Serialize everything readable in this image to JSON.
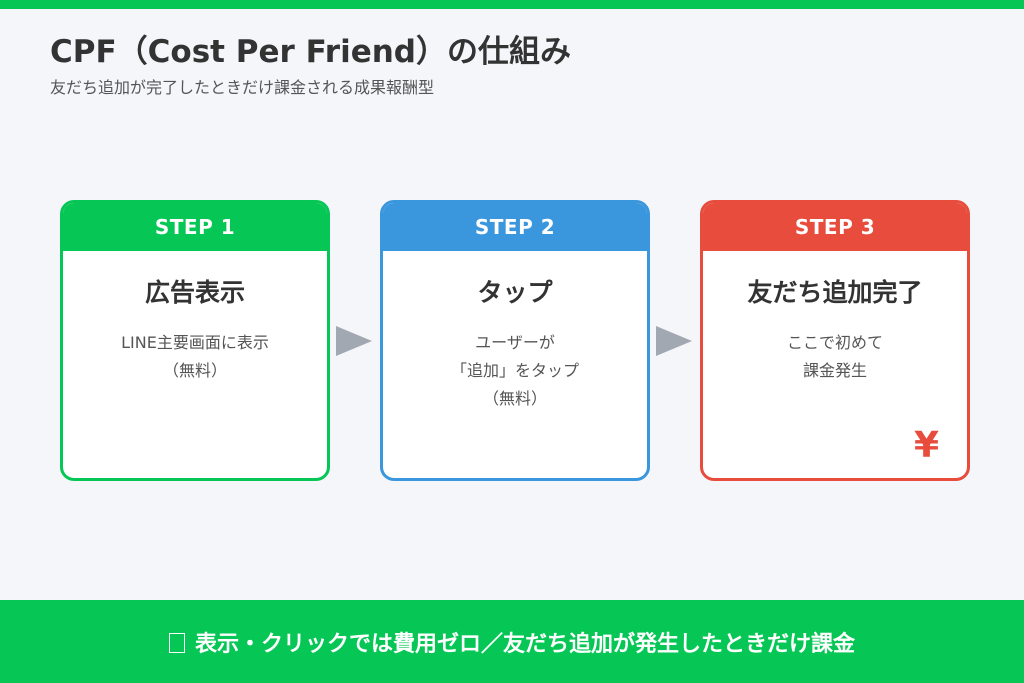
{
  "colors": {
    "line_green": "#06c755",
    "step2_blue": "#3a96dd",
    "step3_red": "#e74c3c",
    "arrow_gray": "#a2a8b1"
  },
  "header": {
    "title": "CPF（Cost Per Friend）の仕組み",
    "subtitle": "友だち追加が完了したときだけ課金される成果報酬型"
  },
  "steps": [
    {
      "label": "STEP 1",
      "title": "広告表示",
      "lines": [
        "LINE主要画面に表示",
        "（無料）"
      ]
    },
    {
      "label": "STEP 2",
      "title": "タップ",
      "lines": [
        "ユーザーが",
        "「追加」をタップ",
        "（無料）"
      ]
    },
    {
      "label": "STEP 3",
      "title": "友だち追加完了",
      "lines": [
        "ここで初めて",
        "課金発生"
      ],
      "badge": "¥"
    }
  ],
  "footer": {
    "icon": "placeholder-box-icon",
    "text": "表示・クリックでは費用ゼロ／友だち追加が発生したときだけ課金"
  }
}
